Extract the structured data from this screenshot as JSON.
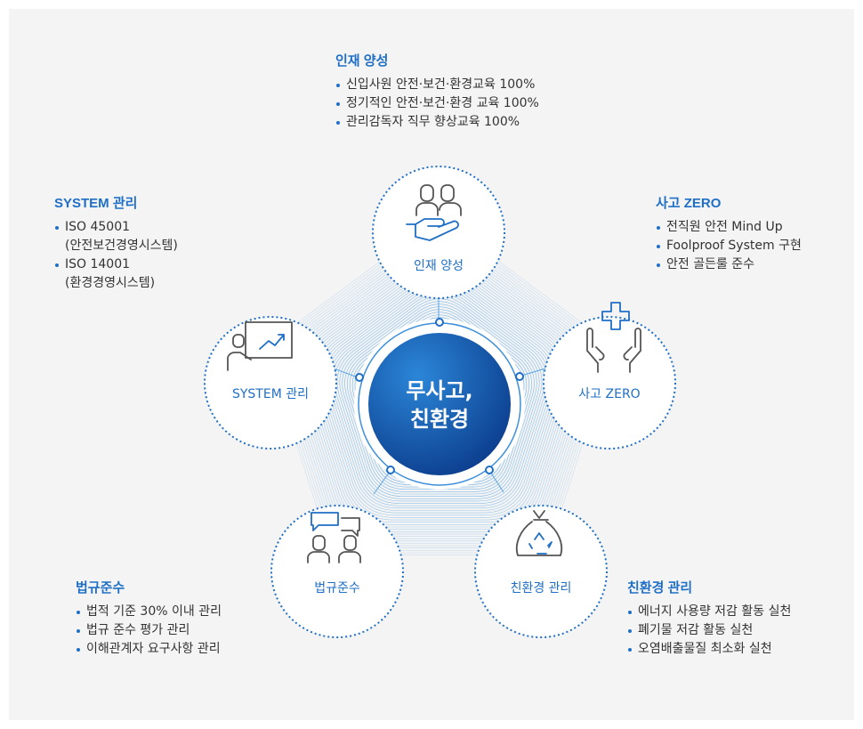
{
  "center": {
    "line1": "무사고,",
    "line2": "친환경"
  },
  "nodes": [
    {
      "key": "talent",
      "label": "인재 양성",
      "icon": "people-hand-icon"
    },
    {
      "key": "accident",
      "label": "사고 ZERO",
      "icon": "hands-cross-icon"
    },
    {
      "key": "env",
      "label": "친환경 관리",
      "icon": "recycle-bag-icon"
    },
    {
      "key": "law",
      "label": "법규준수",
      "icon": "discussion-icon"
    },
    {
      "key": "system",
      "label": "SYSTEM 관리",
      "icon": "presentation-icon"
    }
  ],
  "blocks": {
    "talent": {
      "title": "인재 양성",
      "items": [
        "신입사원 안전·보건·환경교육 100%",
        "정기적인 안전·보건·환경 교육 100%",
        "관리감독자 직무 향상교육 100%"
      ]
    },
    "accident": {
      "title": "사고 ZERO",
      "items": [
        "전직원 안전 Mind Up",
        "Foolproof System 구현",
        "안전 골든룰 준수"
      ]
    },
    "env": {
      "title": "친환경 관리",
      "items": [
        "에너지 사용량 저감 활동 실천",
        "폐기물 저감 활동 실천",
        "오염배출물질 최소화 실천"
      ]
    },
    "law": {
      "title": "법규준수",
      "items": [
        "법적 기준 30% 이내 관리",
        "법규 준수 평가 관리",
        "이해관계자 요구사항 관리"
      ]
    },
    "system": {
      "title": "SYSTEM 관리",
      "items": [
        {
          "main": "ISO 45001",
          "sub": "(안전보건경영시스템)"
        },
        {
          "main": "ISO 14001",
          "sub": "(환경경영시스템)"
        }
      ]
    }
  },
  "colors": {
    "accent": "#1f6fc6",
    "center_dark": "#0d3f8f",
    "center_light": "#2b86d8",
    "rings": "#5aa6e4",
    "panel": "#f4f4f4"
  }
}
